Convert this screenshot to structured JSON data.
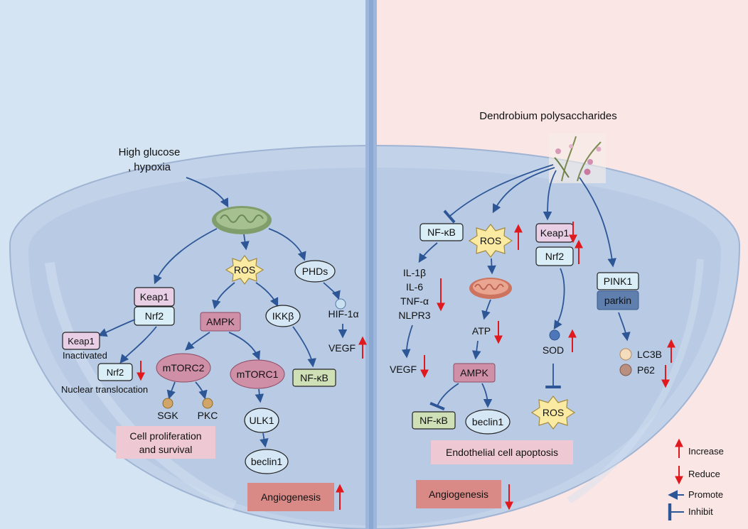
{
  "left": {
    "stimulus_line1": "High glucose",
    "stimulus_line2": ", hypoxia",
    "keap1": "Keap1",
    "nrf2": "Nrf2",
    "keap1_inactive": "Keap1",
    "inactivated": "Inactivated",
    "nrf2_nuclear": "Nrf2",
    "nuclear_translocation": "Nuclear translocation",
    "ros": "ROS",
    "ampk": "AMPK",
    "mtorc2": "mTORC2",
    "mtorc1": "mTORC1",
    "sgk": "SGK",
    "pkc": "PKC",
    "ulk1": "ULK1",
    "beclin1": "beclin1",
    "ikkb": "IKKβ",
    "nfkb": "NF-κB",
    "phds": "PHDs",
    "hif1a": "HIF-1α",
    "vegf": "VEGF",
    "cell_prolif_line1": "Cell proliferation",
    "cell_prolif_line2": "and survival",
    "angiogenesis": "Angiogenesis"
  },
  "right": {
    "title": "Dendrobium polysaccharides",
    "nfkb": "NF-κB",
    "il1b": "IL-1β",
    "il6": "IL-6",
    "tnfa": "TNF-α",
    "nlpr3": "NLPR3",
    "vegf": "VEGF",
    "ros": "ROS",
    "atp": "ATP",
    "ampk": "AMPK",
    "nfkb2": "NF-κB",
    "beclin1": "beclin1",
    "keap1": "Keap1",
    "nrf2": "Nrf2",
    "sod": "SOD",
    "ros2": "ROS",
    "pink1": "PINK1",
    "parkin": "parkin",
    "lc3b": "LC3B",
    "p62": "P62",
    "endothelial_apoptosis": "Endothelial cell apoptosis",
    "angiogenesis": "Angiogenesis"
  },
  "legend": {
    "increase": "Increase",
    "reduce": "Reduce",
    "promote": "Promote",
    "inhibit": "Inhibit"
  },
  "colors": {
    "left_bg": "#d4e4f2",
    "right_bg": "#fbe6e6",
    "cell_fill": "#bccde6",
    "arrow_blue": "#2d5697",
    "increase_red": "#e0191e",
    "pink_box": "#e8cfe6",
    "blue_box": "#d9eef7",
    "green_box": "#cfe0b6",
    "ampk_fill": "#cf8fa6",
    "angiogenesis_fill": "#d98a87",
    "label_fill": "#eec9d4",
    "ros_fill": "#fbeaa2",
    "mito_green": "#8dab79",
    "mito_red": "#df8f7b"
  }
}
